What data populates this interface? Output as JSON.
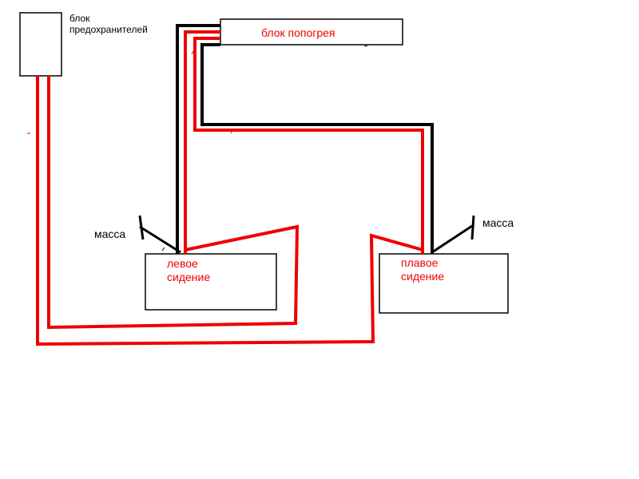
{
  "labels": {
    "fuse_block": "блок\nпредохранителей",
    "heater_block": "блок попогрея",
    "left_seat": "левое\nсидение",
    "right_seat": "плавое\nсидение",
    "ground_left": "масса",
    "ground_right": "масса"
  },
  "colors": {
    "wire_power": "#ee0000",
    "wire_signal": "#000000",
    "label_red": "#ee0000",
    "label_black": "#000000",
    "box_border": "#000000"
  }
}
